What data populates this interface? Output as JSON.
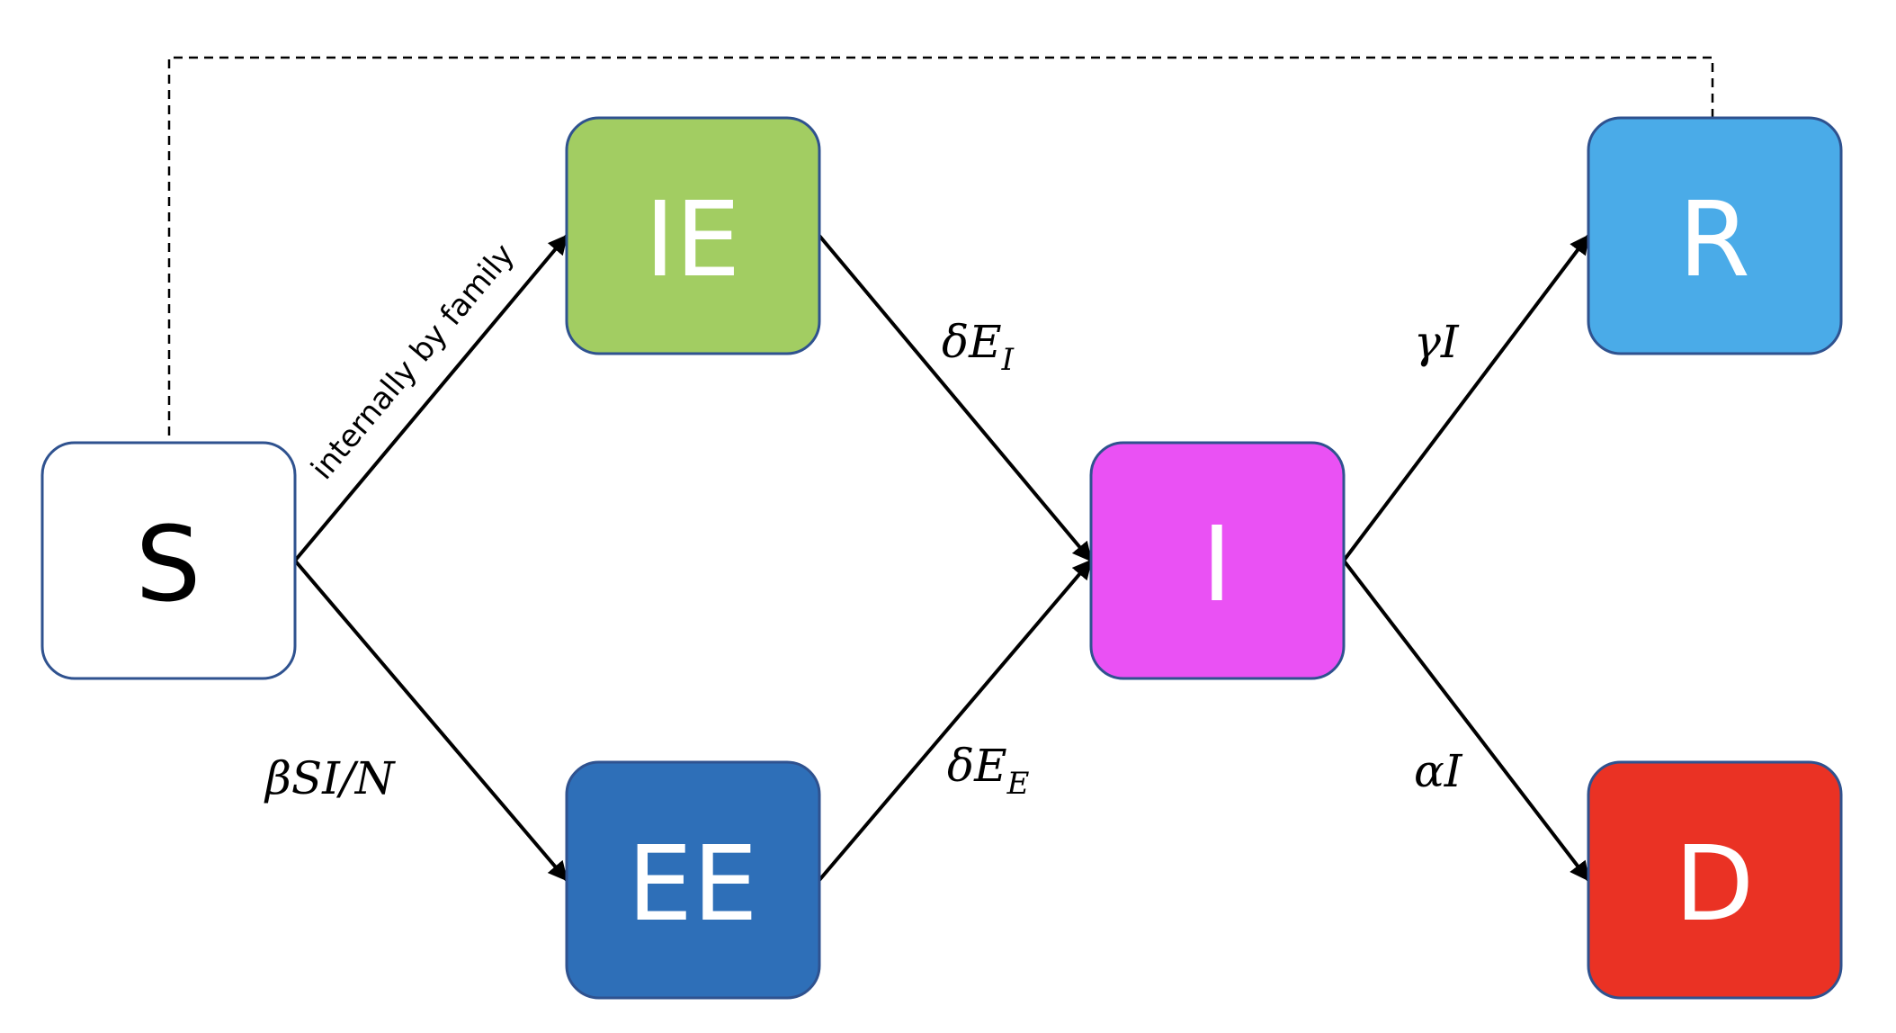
{
  "nodes": {
    "S": {
      "label": "S",
      "fill": "#FFFFFF",
      "text_color": "#000000"
    },
    "IE": {
      "label": "IE",
      "fill": "#A2CD62",
      "text_color": "#FFFFFF"
    },
    "EE": {
      "label": "EE",
      "fill": "#2E6FB8",
      "text_color": "#FFFFFF"
    },
    "I": {
      "label": "I",
      "fill": "#EA51F4",
      "text_color": "#FFFFFF"
    },
    "R": {
      "label": "R",
      "fill": "#4AABE8",
      "text_color": "#FFFFFF"
    },
    "D": {
      "label": "D",
      "fill": "#EA3224",
      "text_color": "#FFFFFF"
    }
  },
  "edges": {
    "s_to_ie": {
      "from": "S",
      "to": "IE",
      "label": "internally by family"
    },
    "s_to_ee": {
      "from": "S",
      "to": "EE",
      "symbol": "βSI/N"
    },
    "ie_to_i": {
      "from": "IE",
      "to": "I",
      "symbol": "δE",
      "subscript": "I"
    },
    "ee_to_i": {
      "from": "EE",
      "to": "I",
      "symbol": "δE",
      "subscript": "E"
    },
    "i_to_r": {
      "from": "I",
      "to": "R",
      "symbol": "γI"
    },
    "i_to_d": {
      "from": "I",
      "to": "D",
      "symbol": "αI"
    },
    "r_to_s": {
      "from": "R",
      "to": "S",
      "style": "dashed"
    }
  }
}
